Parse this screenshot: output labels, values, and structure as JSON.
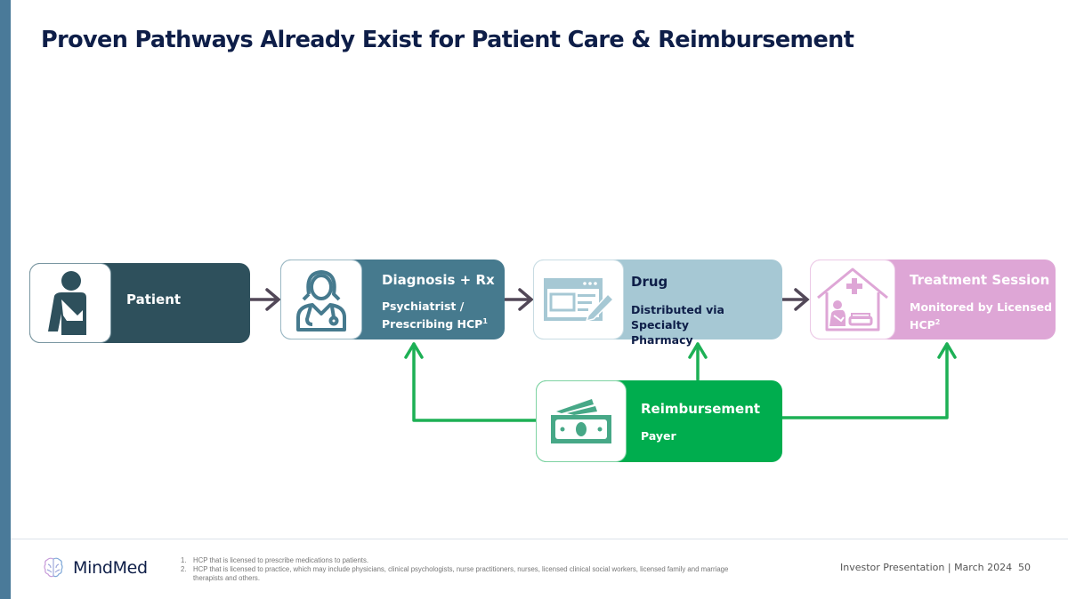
{
  "title": "Proven Pathways Already Exist for Patient Care & Reimbursement",
  "steps": [
    {
      "id": "patient",
      "heading": "Patient",
      "subtitle": "",
      "icon": "patient-sling-icon",
      "color": "#2e505c"
    },
    {
      "id": "diagnosis",
      "heading": "Diagnosis + Rx",
      "subtitle_line1": "Psychiatrist /",
      "subtitle_line2": "Prescribing HCP",
      "footnote": "1",
      "icon": "doctor-stethoscope-icon",
      "color": "#467a8e"
    },
    {
      "id": "drug",
      "heading": "Drug",
      "subtitle_line1": "Distributed via Specialty",
      "subtitle_line2": "Pharmacy",
      "icon": "prescription-form-icon",
      "color": "#a6c8d4"
    },
    {
      "id": "treatment",
      "heading": "Treatment Session",
      "subtitle_line1": "Monitored by Licensed",
      "subtitle_line2": "HCP",
      "footnote": "2",
      "icon": "home-clinic-icon",
      "color": "#dea6d6"
    }
  ],
  "reimbursement": {
    "heading": "Reimbursement",
    "subtitle": "Payer",
    "icon": "money-bills-icon",
    "color": "#00ad4e"
  },
  "colors": {
    "flow_arrow": "#524858",
    "reimb_arrow": "#1db055",
    "title": "#0e1e48",
    "accent_bar": "#4a7a99"
  },
  "footer": {
    "brand": "MindMed",
    "footnotes": [
      {
        "num": "1.",
        "text": "HCP that is licensed to prescribe medications to patients."
      },
      {
        "num": "2.",
        "text": "HCP that is licensed to practice, which may include physicians, clinical psychologists, nurse practitioners, nurses, licensed clinical social workers, licensed family and marriage therapists and others."
      }
    ],
    "presentation": "Investor Presentation | March 2024",
    "page": "50"
  }
}
